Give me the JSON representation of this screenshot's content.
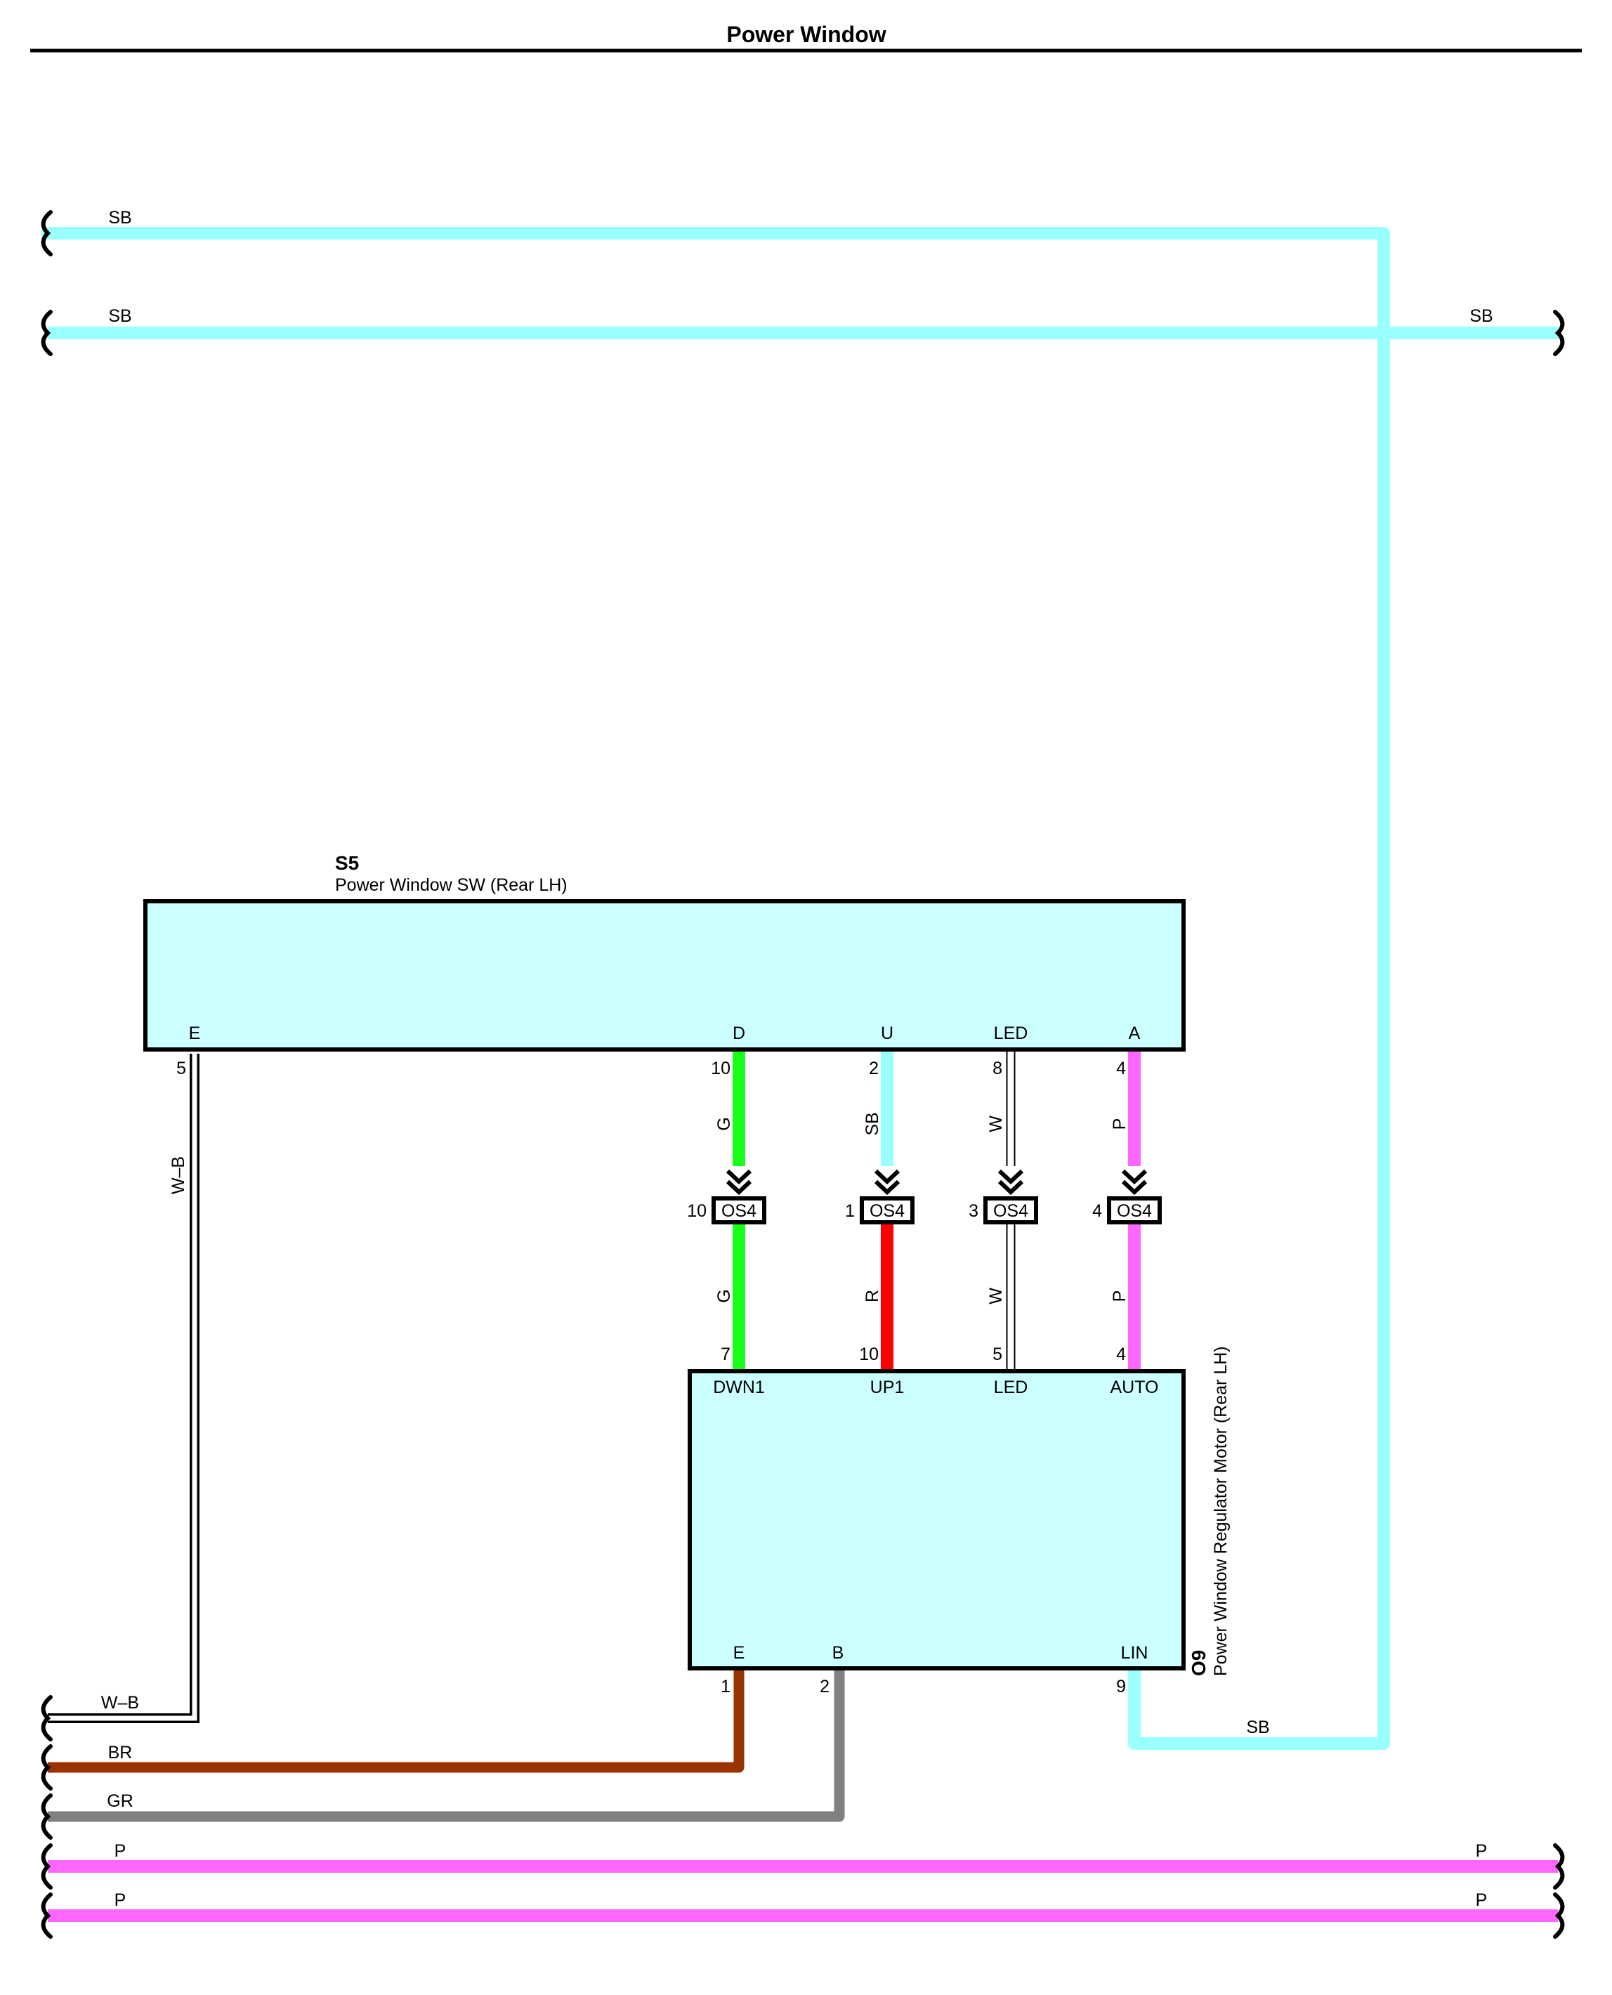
{
  "title": "Power Window",
  "colors": {
    "SB": "#99ffff",
    "BR": "#993300",
    "GR": "#808080",
    "P": "#ff66ff",
    "G": "#19ff19",
    "R": "#ff0000",
    "W": "#ffffff",
    "W-B": "#ffffff",
    "component_fill": "#ccffff",
    "outline": "#000000"
  },
  "components": {
    "s5": {
      "code": "S5",
      "name": "Power Window SW (Rear LH)",
      "terminals": {
        "E": "E",
        "D": "D",
        "U": "U",
        "LED": "LED",
        "A": "A"
      }
    },
    "o9": {
      "code": "O9",
      "name": "Power Window Regulator Motor (Rear LH)",
      "terminals": {
        "DWN1": "DWN1",
        "UP1": "UP1",
        "LED": "LED",
        "AUTO": "AUTO",
        "E": "E",
        "B": "B",
        "LIN": "LIN"
      }
    }
  },
  "connector": "OS4",
  "pins": {
    "s5_E": "5",
    "s5_D": "10",
    "s5_U": "2",
    "s5_LED": "8",
    "s5_A": "4",
    "os4_1": "10",
    "os4_2": "1",
    "os4_3": "3",
    "os4_4": "4",
    "o9_DWN1": "7",
    "o9_UP1": "10",
    "o9_LED": "5",
    "o9_AUTO": "4",
    "o9_E": "1",
    "o9_B": "2",
    "o9_LIN": "9"
  },
  "wire_labels": {
    "sb_top": "SB",
    "sb_second_left": "SB",
    "sb_second_right": "SB",
    "wb_left": "W–B",
    "wb_vertical": "W–B",
    "br": "BR",
    "gr": "GR",
    "p1_left": "P",
    "p1_right": "P",
    "p2_left": "P",
    "p2_right": "P",
    "d_upper": "G",
    "d_lower": "G",
    "u_upper": "SB",
    "u_lower": "R",
    "led_upper": "W",
    "led_lower": "W",
    "a_upper": "P",
    "a_lower": "P",
    "lin": "SB"
  }
}
